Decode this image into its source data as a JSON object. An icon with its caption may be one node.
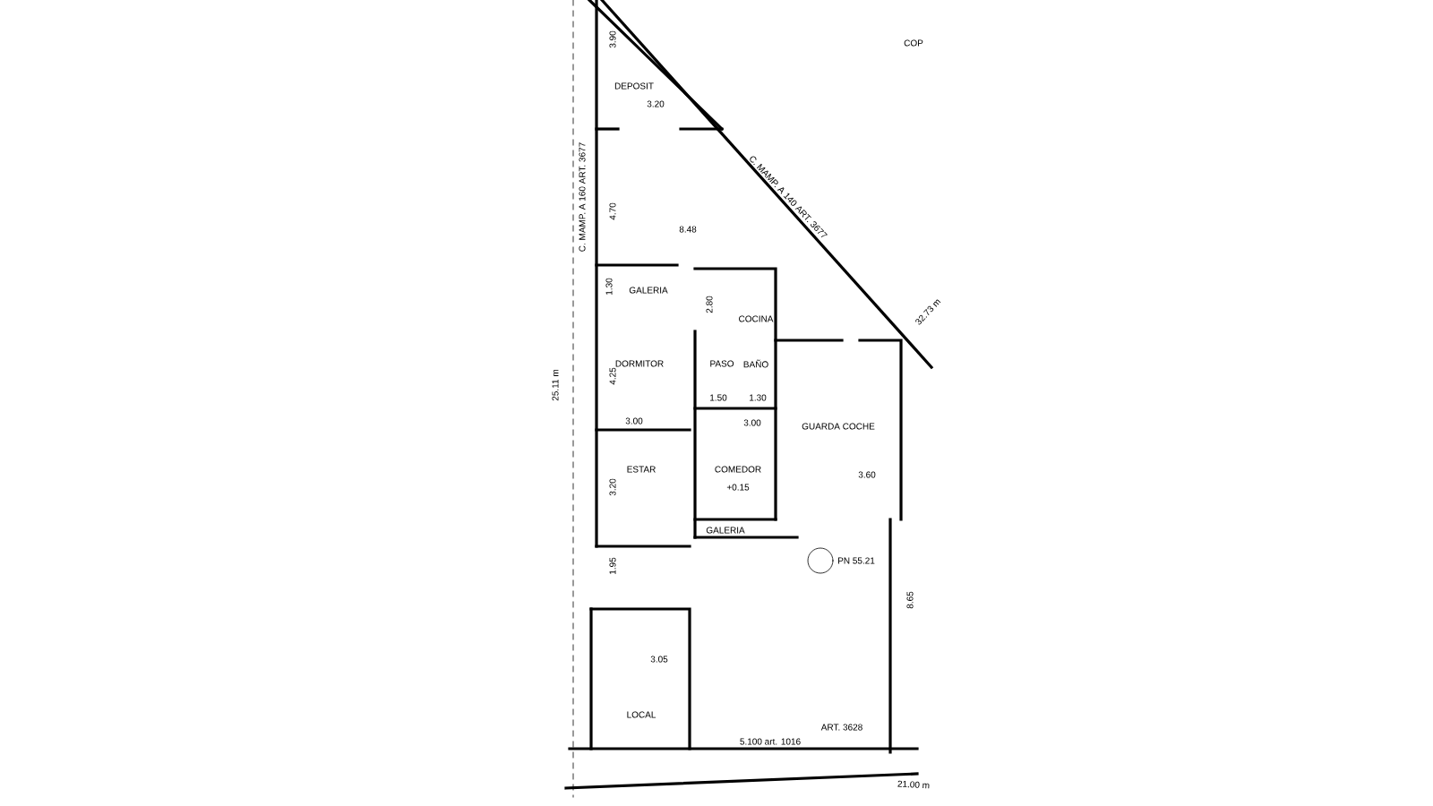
{
  "diagram": {
    "labels": [
      "COP",
      "3.90",
      "DEPOSIT",
      "3.20",
      "C. MAMP. A 160 ART. 3677",
      "4.70",
      "8.48",
      "C. MAMP. A 140 ART. 3677",
      "GALERIA",
      "1.30",
      "COCINA",
      "2.80",
      "32.73 m",
      "DORMITOR",
      "PASO",
      "BAÑO",
      "4.25",
      "25.11 m",
      "1.50",
      "1.30",
      "3.00",
      "3.00",
      "GUARDA COCHE",
      "ESTAR",
      "COMEDOR",
      "+0.15",
      "3.20",
      "3.60",
      "GALERIA",
      "PN 55.21",
      "1.95",
      "8.65",
      "3.05",
      "LOCAL",
      "5.100 art. 1016",
      "ART. 3628",
      "21.00 m"
    ]
  }
}
